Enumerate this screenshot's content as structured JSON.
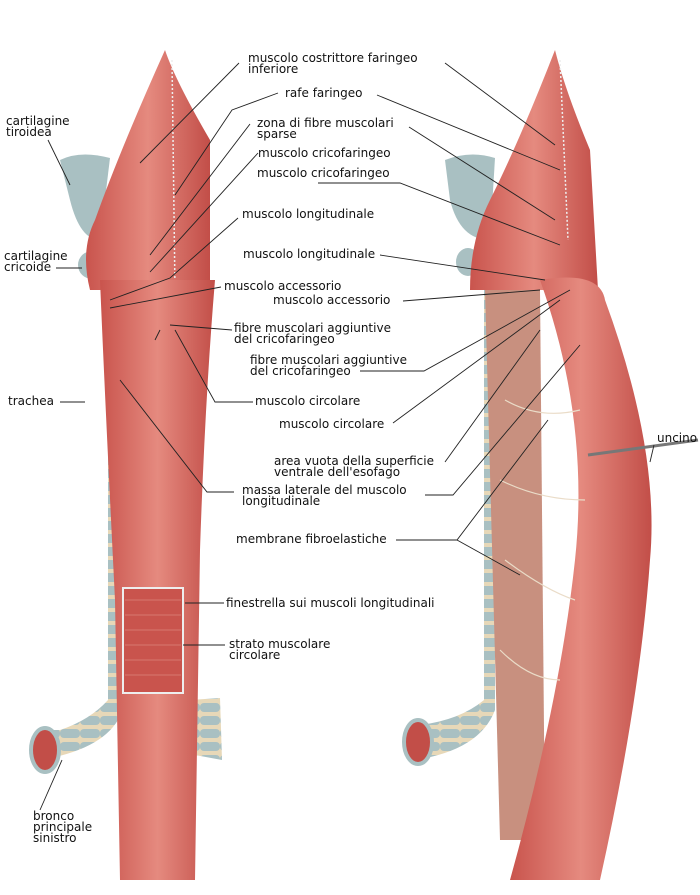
{
  "colors": {
    "muscle": "#d9685f",
    "muscle_dark": "#b84a44",
    "cartilage": "#a9c0c2",
    "ring": "#e7d8b8",
    "line": "#222222"
  },
  "labels": {
    "costrittore": [
      "muscolo costrittore faringeo",
      "inferiore"
    ],
    "rafe": [
      "rafe faringeo"
    ],
    "zona": [
      "zona di fibre muscolari",
      "sparse"
    ],
    "cricofaringeo_l": [
      "muscolo cricofaringeo"
    ],
    "cricofaringeo_r": [
      "muscolo cricofaringeo"
    ],
    "longitudinale_l": [
      "muscolo longitudinale"
    ],
    "longitudinale_r": [
      "muscolo longitudinale"
    ],
    "accessorio_l": [
      "muscolo accessorio"
    ],
    "accessorio_r": [
      "muscolo accessorio"
    ],
    "fibre_l": [
      "fibre muscolari aggiuntive",
      "del cricofaringeo"
    ],
    "fibre_r": [
      "fibre muscolari aggiuntive",
      "del cricofaringeo"
    ],
    "circolare_l": [
      "muscolo circolare"
    ],
    "circolare_r": [
      "muscolo circolare"
    ],
    "area_vuota": [
      "area vuota della superficie",
      "ventrale dell'esofago"
    ],
    "massa": [
      "massa laterale del muscolo",
      "longitudinale"
    ],
    "uncino": [
      "uncino"
    ],
    "tiroidea": [
      "cartilagine",
      "tiroidea"
    ],
    "cricoide": [
      "cartilagine",
      "cricoide"
    ],
    "trachea": [
      "trachea"
    ],
    "membrane": [
      "membrane fibroelastiche"
    ],
    "finestrella": [
      "finestrella sui muscoli longitudinali"
    ],
    "strato": [
      "strato muscolare",
      "circolare"
    ],
    "bronco": [
      "bronco",
      "principale",
      "sinistro"
    ]
  }
}
